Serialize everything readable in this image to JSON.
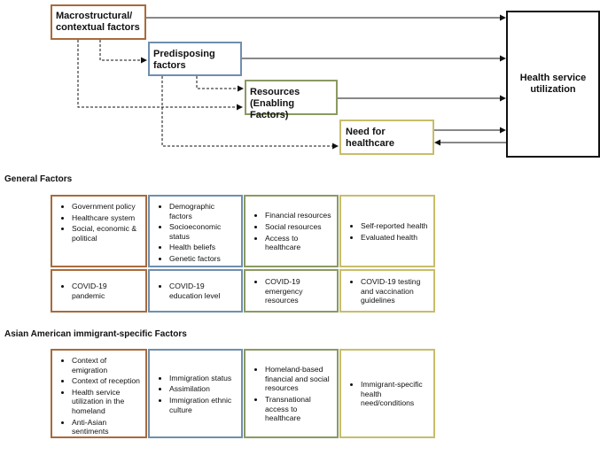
{
  "model": {
    "macro": "Macrostructural/ contextual factors",
    "predisposing": "Predisposing factors",
    "resources": "Resources (Enabling Factors)",
    "need": "Need for healthcare",
    "outcome": "Health service utilization"
  },
  "general": {
    "heading": "General Factors",
    "row1": [
      [
        "Government policy",
        "Healthcare system",
        "Social, economic & political"
      ],
      [
        "Demographic factors",
        "Socioeconomic status",
        "Health beliefs",
        "Genetic factors"
      ],
      [
        "Financial resources",
        "Social resources",
        "Access to healthcare"
      ],
      [
        "Self-reported health",
        "Evaluated health"
      ]
    ],
    "row2": [
      [
        "COVID-19 pandemic"
      ],
      [
        "COVID-19 education level"
      ],
      [
        "COVID-19 emergency resources"
      ],
      [
        "COVID-19 testing and vaccination guidelines"
      ]
    ]
  },
  "asian": {
    "heading": "Asian American immigrant-specific Factors",
    "row": [
      [
        "Context of emigration",
        "Context of reception",
        "Health service utilization in the homeland",
        "Anti-Asian sentiments"
      ],
      [
        "Immigration status",
        "Assimilation",
        "Immigration ethnic culture"
      ],
      [
        "Homeland-based financial and social resources",
        "Transnational access to healthcare"
      ],
      [
        "Immigrant-specific health need/conditions"
      ]
    ]
  }
}
